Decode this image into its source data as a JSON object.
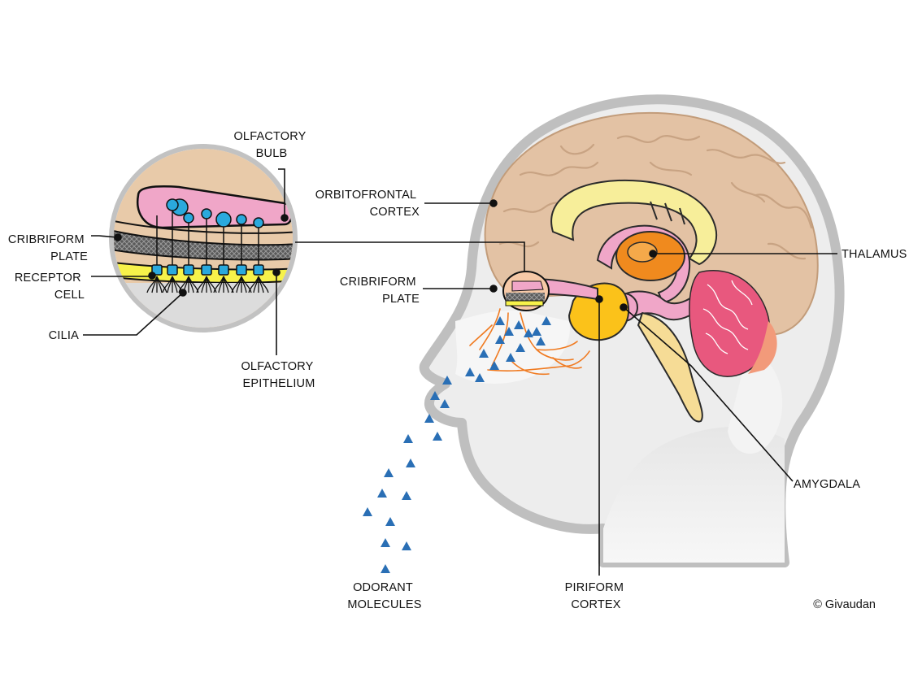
{
  "labels": {
    "olfactory_bulb": [
      "OLFACTORY",
      "BULB"
    ],
    "orbitofrontal_cortex": [
      "ORBITOFRONTAL",
      "CORTEX"
    ],
    "cribriform_plate_left": [
      "CRIBRIFORM",
      "PLATE"
    ],
    "receptor_cell": [
      "RECEPTOR",
      "CELL"
    ],
    "cilia": [
      "CILIA"
    ],
    "olfactory_epithelium": [
      "OLFACTORY",
      "EPITHELIUM"
    ],
    "cribriform_plate_right": [
      "CRIBRIFORM",
      "PLATE"
    ],
    "thalamus": [
      "THALAMUS"
    ],
    "amygdala": [
      "AMYGDALA"
    ],
    "odorant_molecules": [
      "ODORANT",
      "MOLECULES"
    ],
    "piriform_cortex": [
      "PIRIFORM",
      "CORTEX"
    ]
  },
  "copyright": "© Givaudan",
  "colors": {
    "head_outline": "#bdbdbd",
    "head_fill": "#eaeaea",
    "brain": "#e3c2a4",
    "brain_line": "#c29c7a",
    "corpus": "#f7ee9a",
    "pink": "#f0a6c8",
    "thalamus": "#f08a1e",
    "piriform": "#fbc21a",
    "cerebellum": "#e8587e",
    "stem": "#f6dc96",
    "nerve": "#f07a20",
    "molecule": "#2a6fb5",
    "receptor": "#2aa9dd",
    "epithelium": "#f7f24a"
  }
}
